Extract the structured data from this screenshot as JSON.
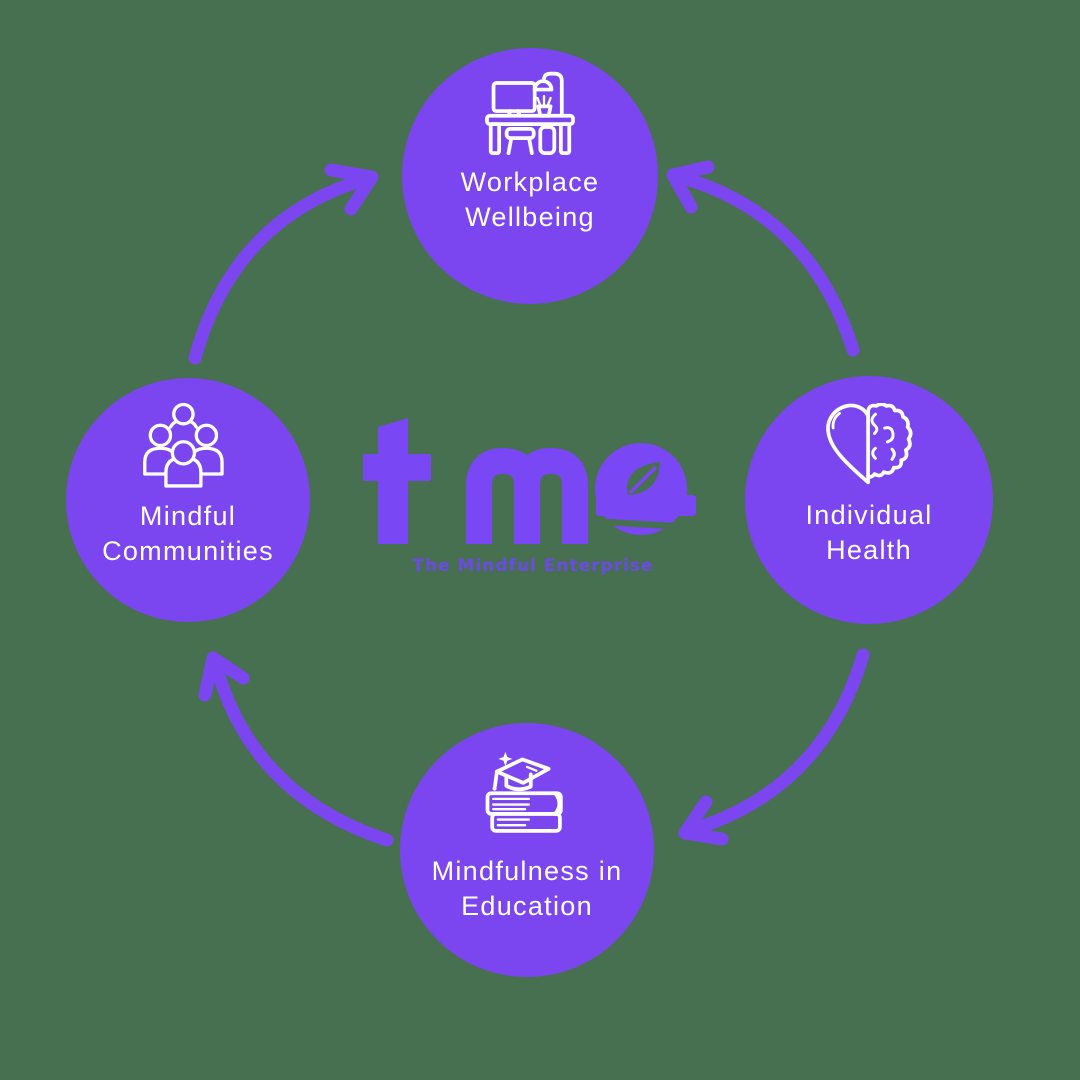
{
  "background_color": "#477050",
  "palette": {
    "node_fill": "#7b46ef",
    "arrow": "#7b46ef",
    "icon_stroke": "#ffffff",
    "node_text": "#ffffff",
    "logo": "#7a47f5",
    "tagline": "#6b4be4"
  },
  "brand": {
    "logo_text": "tme",
    "tagline": "The Mindful Enterprise"
  },
  "nodes": [
    {
      "id": "workplace-wellbeing",
      "position": "top",
      "icon": "desk-workstation-icon",
      "label_line1": "Workplace",
      "label_line2": "Wellbeing"
    },
    {
      "id": "individual-health",
      "position": "right",
      "icon": "heart-brain-icon",
      "label_line1": "Individual",
      "label_line2": "Health"
    },
    {
      "id": "mindfulness-in-education",
      "position": "bottom",
      "icon": "books-graduation-cap-icon",
      "label_line1": "Mindfulness in",
      "label_line2": "Education"
    },
    {
      "id": "mindful-communities",
      "position": "left",
      "icon": "people-group-icon",
      "label_line1": "Mindful",
      "label_line2": "Communities"
    }
  ],
  "arrows": [
    {
      "from": "mindful-communities",
      "to": "workplace-wellbeing",
      "quadrant": "top-left"
    },
    {
      "from": "individual-health",
      "to": "workplace-wellbeing",
      "quadrant": "top-right"
    },
    {
      "from": "individual-health",
      "to": "mindfulness-in-education",
      "quadrant": "bottom-right"
    },
    {
      "from": "mindfulness-in-education",
      "to": "mindful-communities",
      "quadrant": "bottom-left"
    }
  ]
}
